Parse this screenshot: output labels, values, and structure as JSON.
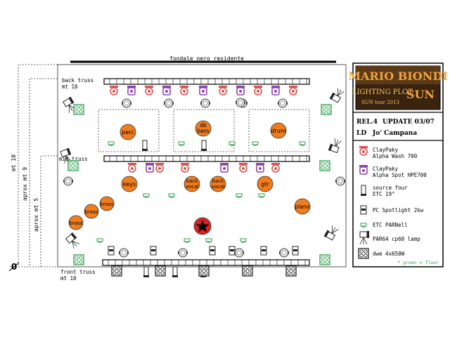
{
  "plot": {
    "backdrop_label": "fondale nero residente",
    "back_truss": {
      "name": "back truss",
      "height": "mt 10"
    },
    "mid_truss": {
      "name": "mid truss"
    },
    "front_truss": {
      "name": "front truss",
      "height": "mt 10"
    },
    "dimensions": {
      "d10": "mt 10",
      "d9": "aprox mt 9",
      "d5": "aprox mt 5",
      "zero": "0"
    },
    "positions": [
      {
        "id": "perc",
        "label": "perc"
      },
      {
        "id": "db-bass",
        "label": "db bass",
        "line1": "db",
        "line2": "bass"
      },
      {
        "id": "drum",
        "label": "drum"
      },
      {
        "id": "keys",
        "label": "keys"
      },
      {
        "id": "back-vocal-1",
        "label": "back vocal",
        "line1": "back",
        "line2": "vocal"
      },
      {
        "id": "back-vocal-2",
        "label": "back vocal",
        "line1": "back",
        "line2": "vocal"
      },
      {
        "id": "gtr",
        "label": "gtr"
      },
      {
        "id": "piano",
        "label": "piano"
      },
      {
        "id": "brass-1",
        "label": "brass"
      },
      {
        "id": "brass-2",
        "label": "brass"
      },
      {
        "id": "brass-3",
        "label": "brass"
      }
    ]
  },
  "title_block": {
    "artist": "MARIO BIONDI",
    "subtitle_1": "LIGHTING PLOT",
    "subtitle_2": "SUN",
    "tour": "SUN tour 2013",
    "revision": "REL.4",
    "update": "UPDATE 03/07",
    "ld_label": "LD",
    "ld_name": "Jo' Campana"
  },
  "legend": {
    "items": [
      {
        "id": "wash",
        "icon": "moving-head-wash-icon",
        "line1": "ClayPaky",
        "line2": "Alpha Wash 700",
        "color": "#d9534f"
      },
      {
        "id": "spot",
        "icon": "moving-head-spot-icon",
        "line1": "ClayPaky",
        "line2": "Alpha Spot HPE700",
        "color": "#8e44ad"
      },
      {
        "id": "source-four",
        "icon": "profile-spot-icon",
        "line1": "source four",
        "line2": "ETC 19°"
      },
      {
        "id": "pc",
        "icon": "pc-spotlight-icon",
        "line1": "PC Spotlight 2kw",
        "line2": ""
      },
      {
        "id": "parnell",
        "icon": "par-floor-icon",
        "line1": "ETC PARNell",
        "line2": "",
        "color": "#2e9d4a"
      },
      {
        "id": "par64",
        "icon": "par64-icon",
        "line1": "PAR64 cp60 lamp",
        "line2": ""
      },
      {
        "id": "dwe",
        "icon": "blinder-icon",
        "line1": "dwe 4x650W",
        "line2": ""
      }
    ],
    "note": "* green = floor"
  },
  "colors": {
    "wash": "#d9534f",
    "spot": "#8e44ad",
    "floor_green": "#2e9d4a",
    "musician": "#f07c1e",
    "star_circle": "#e02020"
  }
}
